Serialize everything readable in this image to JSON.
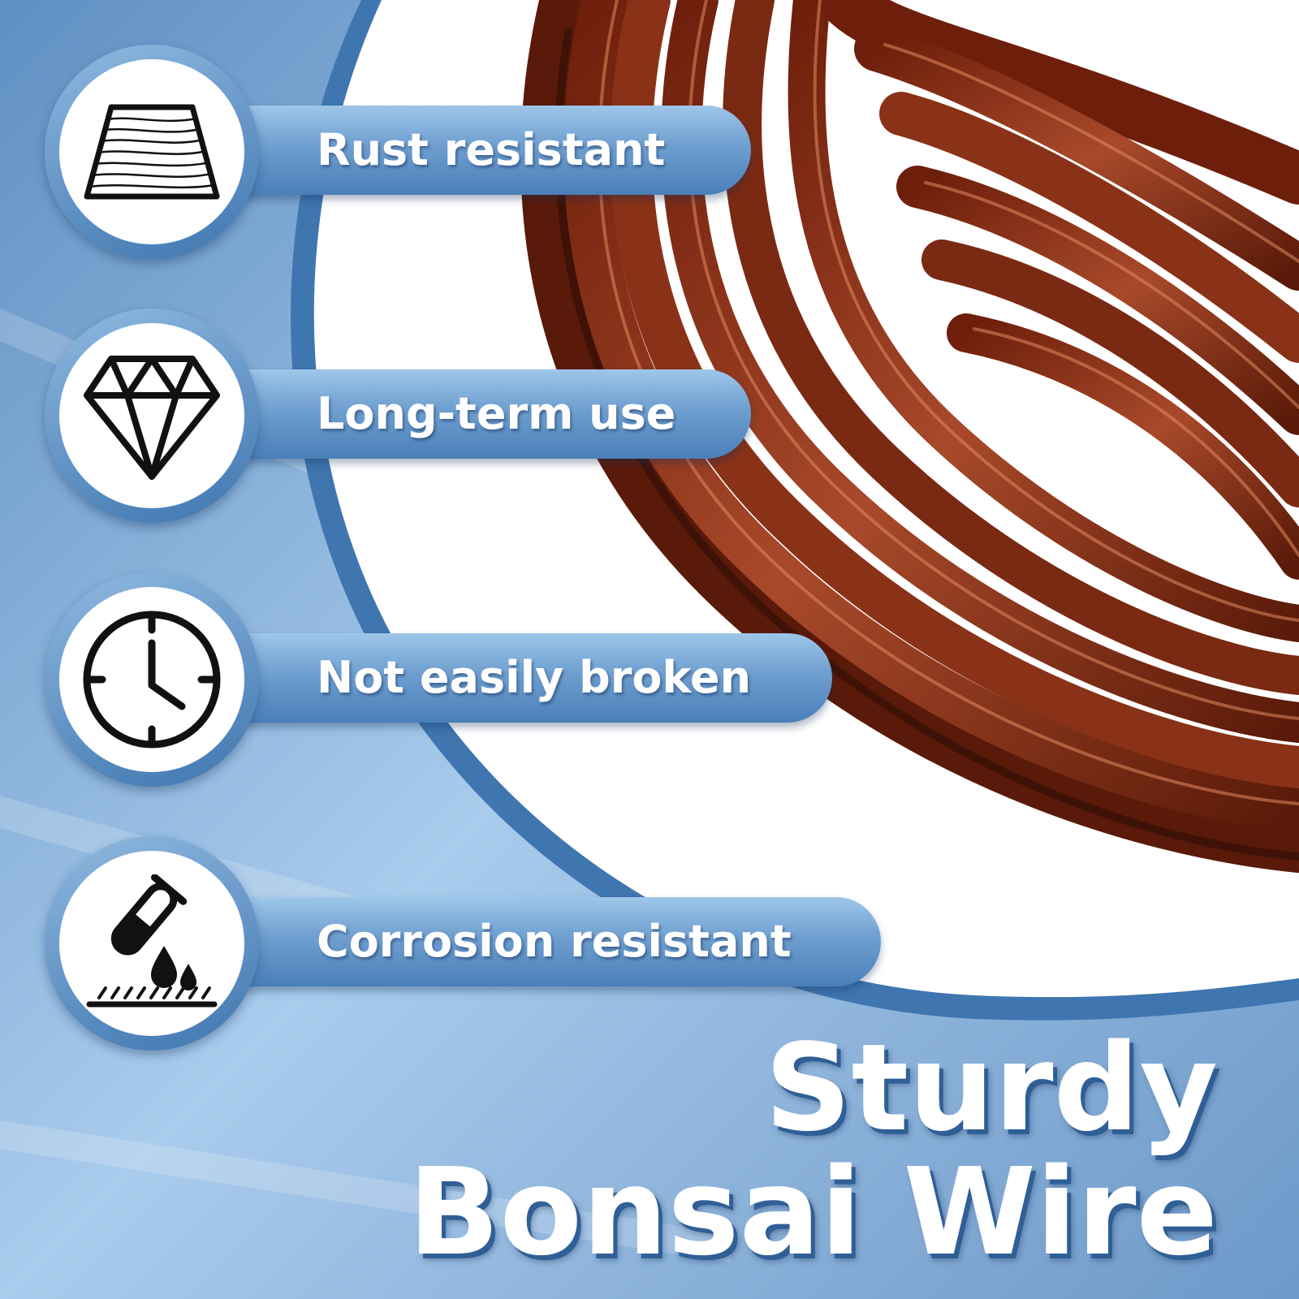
{
  "features": [
    {
      "icon": "wire-coil-icon",
      "label": "Rust resistant"
    },
    {
      "icon": "diamond-icon",
      "label": "Long-term use"
    },
    {
      "icon": "clock-icon",
      "label": "Not easily broken"
    },
    {
      "icon": "test-tube-drops-icon",
      "label": "Corrosion resistant"
    }
  ],
  "headline": {
    "line1": "Sturdy",
    "line2": "Bonsai Wire"
  },
  "colors": {
    "background_blue": "#7fa9d4",
    "accent_blue": "#3f76b0",
    "wire_copper": "#9a3c1c",
    "text": "#ffffff"
  }
}
